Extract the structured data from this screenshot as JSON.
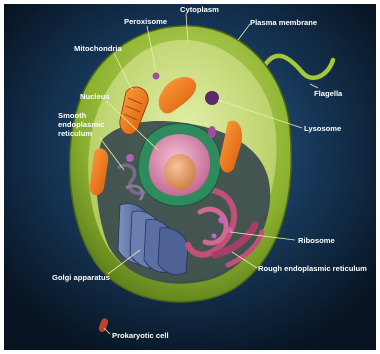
{
  "labels": {
    "cytoplasm": "Cytoplasm",
    "peroxisome": "Peroxisome",
    "plasma_membrane": "Plasma membrane",
    "mitochondria": "Mitochondria",
    "flagella": "Flagella",
    "nucleus": "Nucleus",
    "lysosome": "Lysosome",
    "smooth_er_line1": "Smooth",
    "smooth_er_line2": "endoplasmic",
    "smooth_er_line3": "reticulum",
    "ribosome": "Ribosome",
    "golgi": "Golgi apparatus",
    "rough_er": "Rough endoplasmic reticulum",
    "prokaryotic": "Prokaryotic cell"
  },
  "colors": {
    "background_dark": "#0a1828",
    "background_mid": "#1f4a7a",
    "membrane": "#9cc23a",
    "membrane_dark": "#5d7e1e",
    "cytoplasm": "#d8e79a",
    "mitochondria": "#f07a18",
    "nucleus_envelope": "#2f8a5e",
    "nucleus_inner": "#e6a4c0",
    "nucleolus": "#e6a070",
    "golgi": "#5a6e9c",
    "rough_er": "#c0507a",
    "lysosome": "#5a2a6a",
    "peroxisome": "#a0509a",
    "prokaryote": "#c0402a"
  }
}
